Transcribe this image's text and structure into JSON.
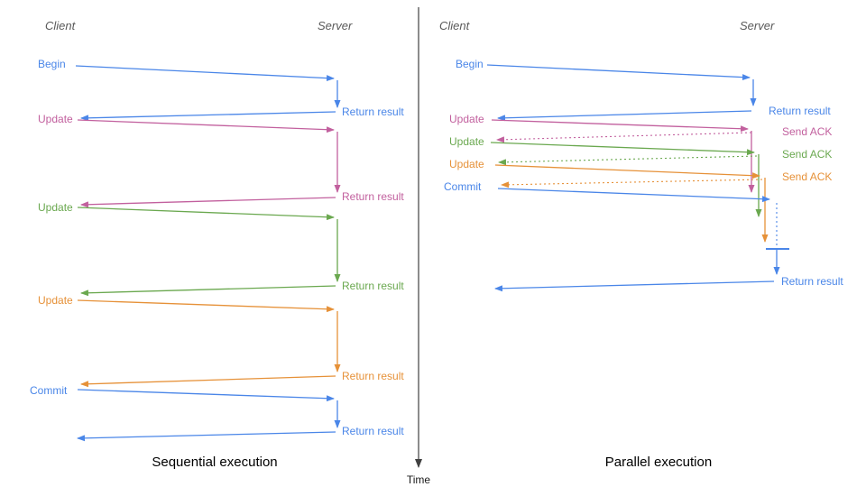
{
  "colors": {
    "blue": "#4a86e8",
    "magenta": "#c2609e",
    "green": "#6aa84f",
    "orange": "#e69138",
    "header_gray": "#595959",
    "axis_gray": "#404040",
    "caption_black": "#000000"
  },
  "time_axis": {
    "label": "Time"
  },
  "panels": [
    {
      "id": "sequential",
      "caption": "Sequential execution",
      "client_header": "Client",
      "server_header": "Server",
      "messages": [
        {
          "label": "Begin",
          "color": "blue",
          "response_label": "Return result"
        },
        {
          "label": "Update",
          "color": "magenta",
          "response_label": "Return result"
        },
        {
          "label": "Update",
          "color": "green",
          "response_label": "Return result"
        },
        {
          "label": "Update",
          "color": "orange",
          "response_label": "Return result"
        },
        {
          "label": "Commit",
          "color": "blue",
          "response_label": "Return result"
        }
      ]
    },
    {
      "id": "parallel",
      "caption": "Parallel execution",
      "client_header": "Client",
      "server_header": "Server",
      "messages": [
        {
          "label": "Begin",
          "color": "blue",
          "response_label": "Return result"
        },
        {
          "label": "Update",
          "color": "magenta",
          "response_label": "Send ACK"
        },
        {
          "label": "Update",
          "color": "green",
          "response_label": "Send ACK"
        },
        {
          "label": "Update",
          "color": "orange",
          "response_label": "Send ACK"
        },
        {
          "label": "Commit",
          "color": "blue",
          "response_label": "Return result"
        }
      ]
    }
  ]
}
